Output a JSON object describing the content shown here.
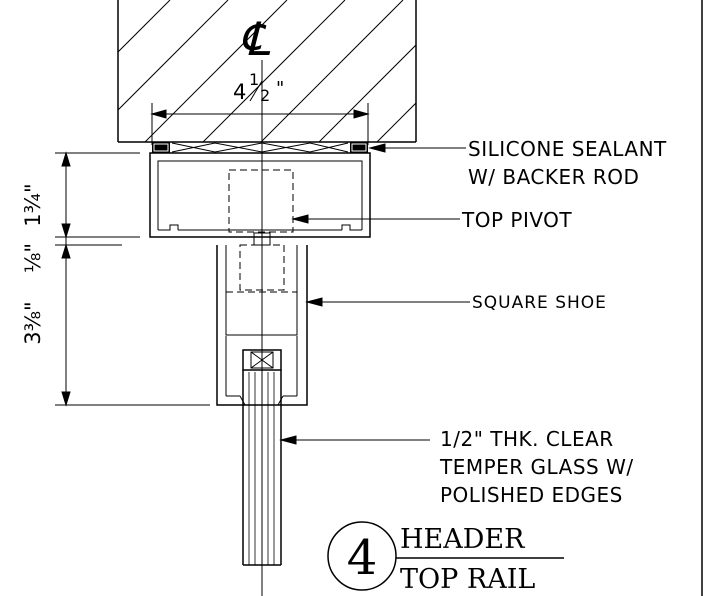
{
  "centerline_symbol": "℄",
  "dimensions": {
    "width_whole": "4",
    "width_frac_num": "1",
    "width_frac_den": "2",
    "width_unit": "\"",
    "header_height": "1¾\"",
    "gap": "⅛\"",
    "shoe_height": "3⅜\""
  },
  "callouts": {
    "sealant_line1": "SILICONE SEALANT",
    "sealant_line2": "W/ BACKER ROD",
    "top_pivot": "TOP PIVOT",
    "square_shoe": "SQUARE SHOE",
    "glass_line1": "1/2\" THK. CLEAR",
    "glass_line2": "TEMPER GLASS W/",
    "glass_line3": "POLISHED EDGES"
  },
  "title_block": {
    "detail_number": "4",
    "title_line1": "HEADER",
    "title_line2": "TOP RAIL"
  }
}
